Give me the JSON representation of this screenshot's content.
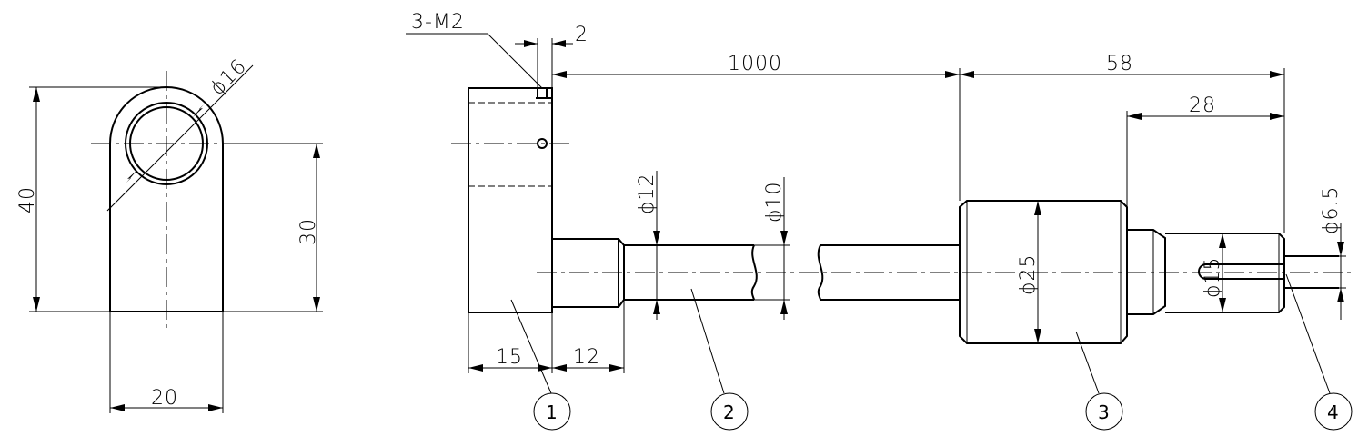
{
  "dimensions": {
    "width_20": "20",
    "height_40": "40",
    "height_30": "30",
    "dia_16": "ϕ16",
    "len_1000": "1000",
    "len_58": "58",
    "len_28": "28",
    "gap_2": "2",
    "thread": "3-M2",
    "len_15": "15",
    "len_12": "12",
    "dia_12": "ϕ12",
    "dia_10": "ϕ10",
    "dia_25": "ϕ25",
    "dia_15": "ϕ15",
    "dia_6_5": "ϕ6.5"
  },
  "balloons": [
    "1",
    "2",
    "3",
    "4"
  ]
}
